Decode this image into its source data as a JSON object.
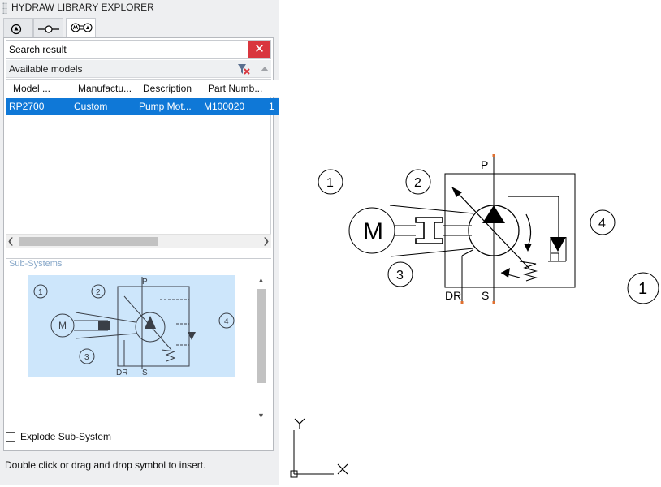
{
  "panel": {
    "title": "HYDRAW LIBRARY EXPLORER",
    "tabs": [
      {
        "icon": "pump-symbol-icon",
        "active": false
      },
      {
        "icon": "connector-symbol-icon",
        "active": false
      },
      {
        "icon": "subsystem-symbol-icon",
        "active": true
      }
    ]
  },
  "search": {
    "value": "Search result",
    "clear_glyph": "✕"
  },
  "models": {
    "title": "Available models",
    "columns": [
      "Model ...",
      "Manufactu...",
      "Description",
      "Part Numb...",
      ""
    ],
    "rows": [
      [
        "RP2700",
        "Custom",
        "Pump Mot...",
        "M100020",
        "1"
      ]
    ]
  },
  "subsystems": {
    "title": "Sub-Systems",
    "preview": {
      "labels": [
        "1",
        "2",
        "3",
        "4"
      ],
      "port_labels": [
        "P",
        "DR",
        "S"
      ],
      "motor_letter": "M"
    }
  },
  "explode": {
    "label": "Explode Sub-System",
    "checked": false
  },
  "hint": "Double click or drag and drop symbol to insert.",
  "drawing": {
    "balloons": [
      "1",
      "2",
      "3",
      "4"
    ],
    "assembly_balloon": "1",
    "port_labels": [
      "P",
      "DR",
      "S"
    ],
    "motor_letter": "M"
  },
  "ucs": {
    "x_label": "X",
    "y_label": "Y"
  },
  "colors": {
    "selection": "#0f78d7",
    "clear_button": "#d9363e",
    "preview_bg": "#cde6fb",
    "port_marker": "#e07030"
  }
}
